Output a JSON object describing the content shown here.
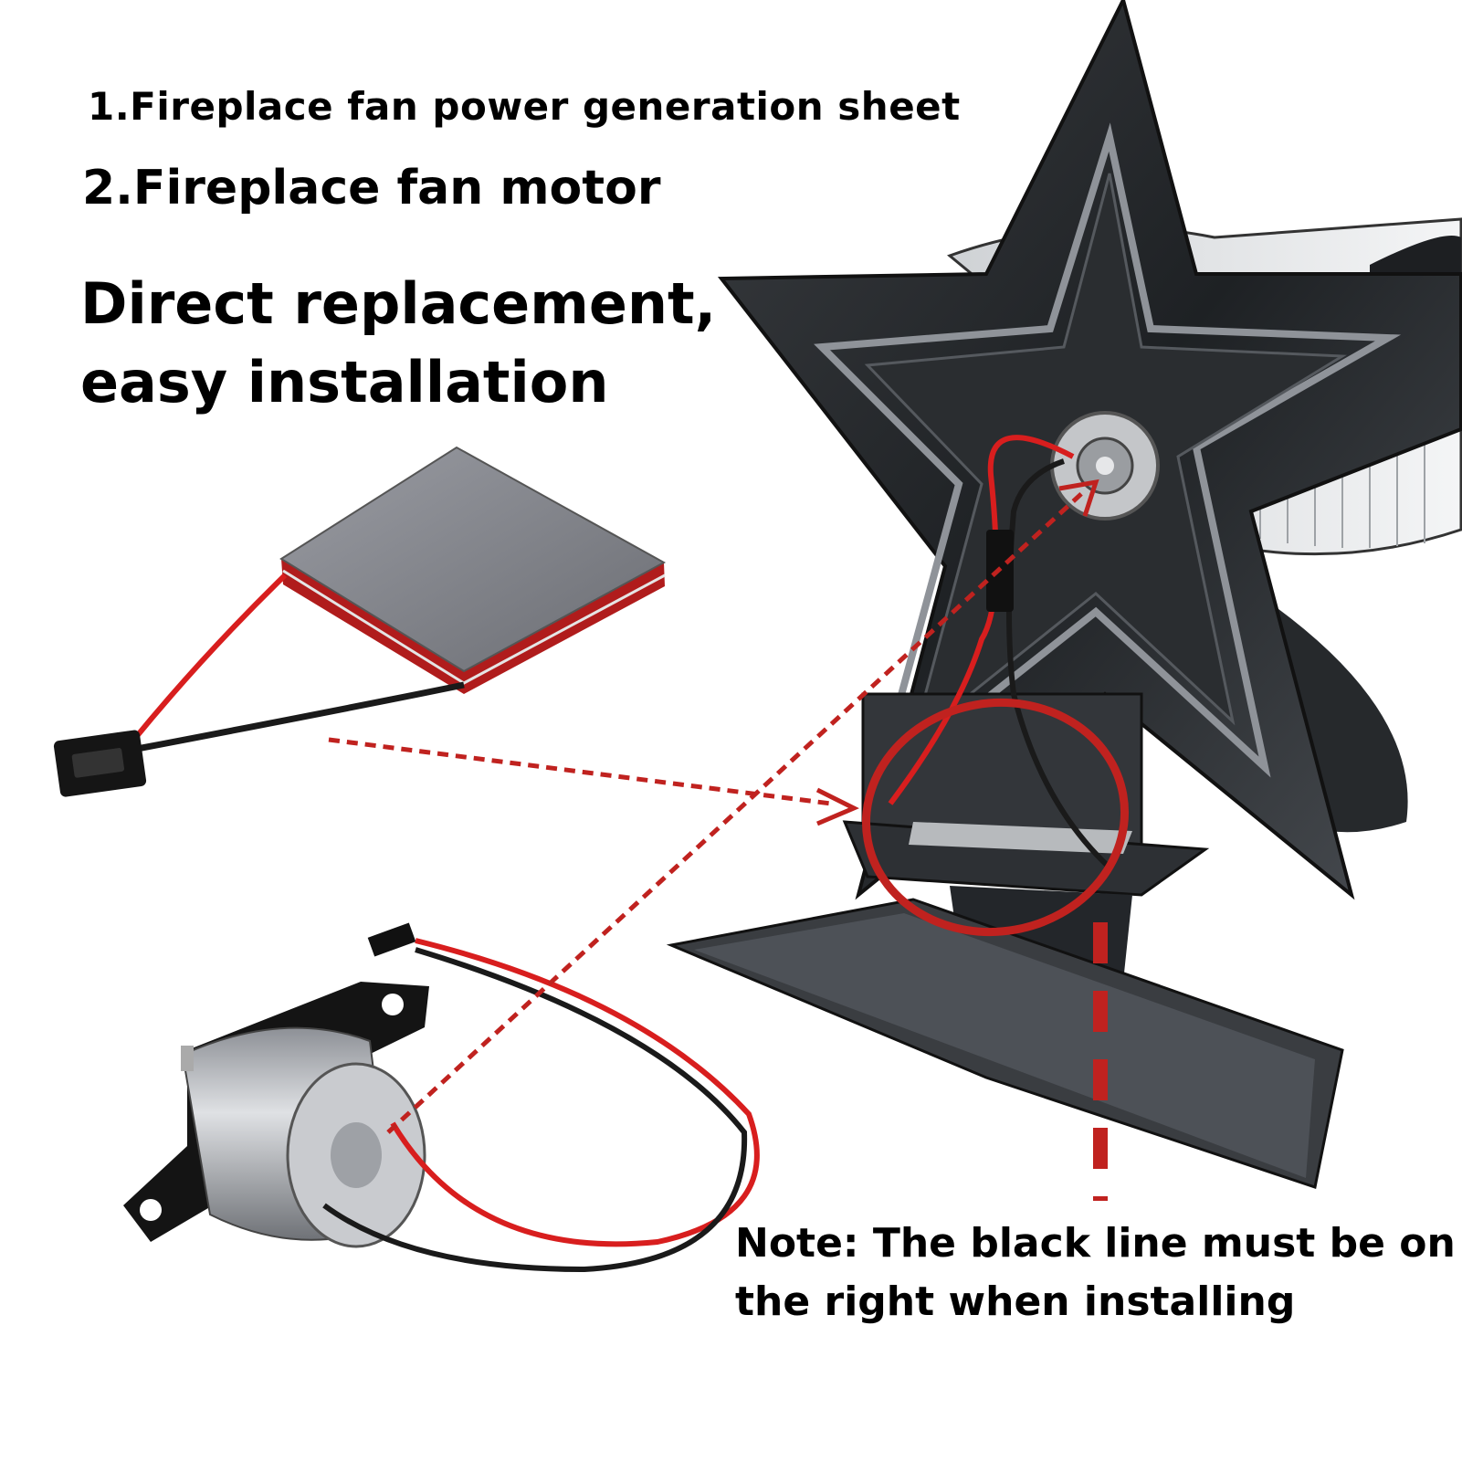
{
  "labels": {
    "item1": "1.Fireplace fan power generation sheet",
    "item2": "2.Fireplace fan motor",
    "headline_line1": "Direct replacement,",
    "headline_line2": "easy installation",
    "note_line1": "Note: The black line must be on",
    "note_line2": "the right when installing"
  },
  "colors": {
    "annotation_red": "#c0221f",
    "wire_red": "#d81e1e",
    "wire_black": "#1a1a1a",
    "fan_body": "#2b2e31",
    "plate_gray": "#7d7f86"
  },
  "icons": {
    "fan": "star-fan-icon",
    "sheet": "thermoelectric-sheet-icon",
    "motor": "dc-motor-icon"
  }
}
